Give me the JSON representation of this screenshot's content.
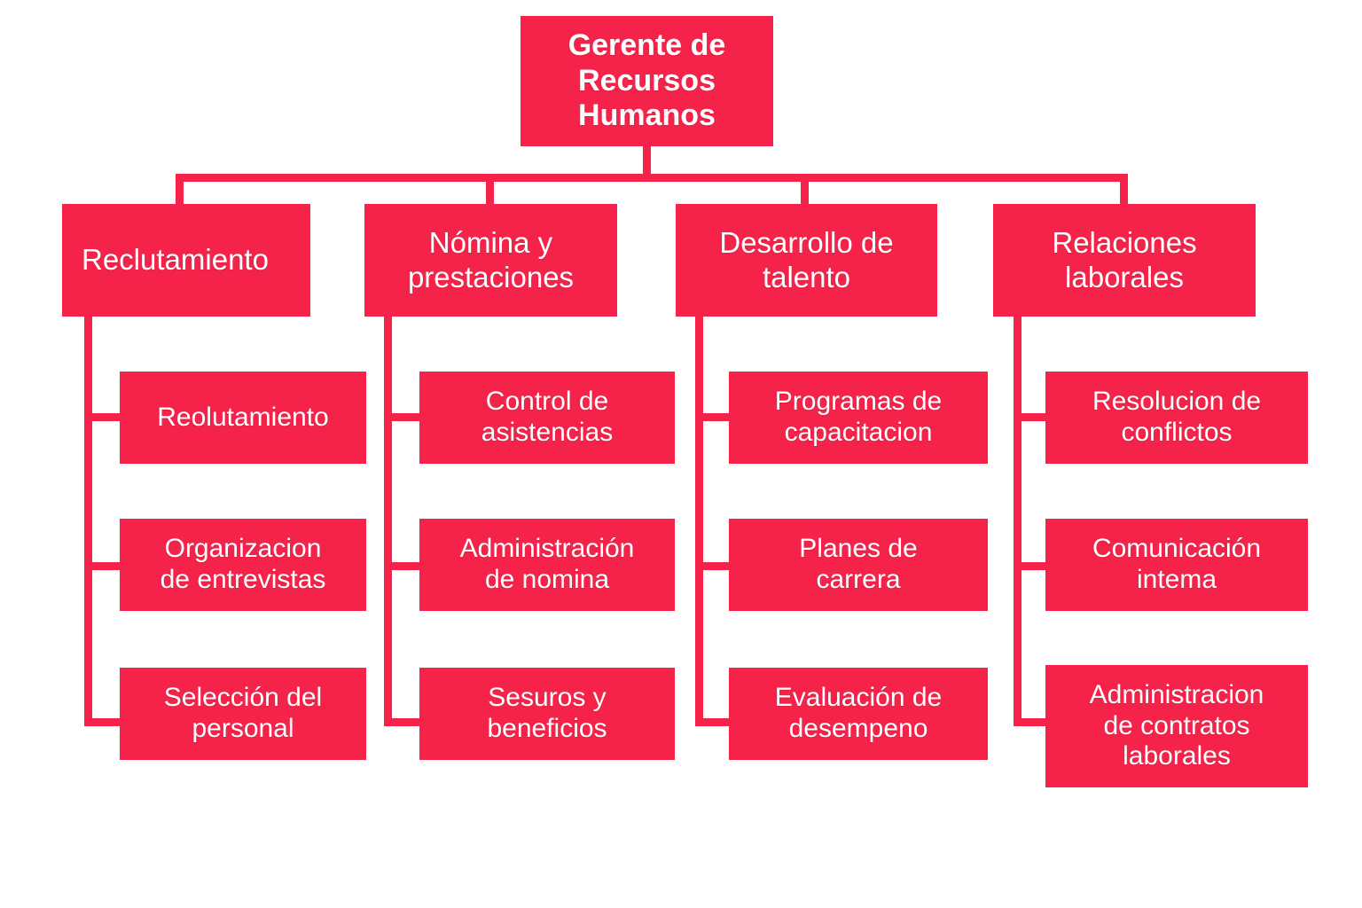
{
  "diagram": {
    "title_text": "Gerente de Recursos Humanos",
    "accent_color": "#F5224A",
    "text_color": "#FFFFFF",
    "background_color": "#FFFFFF",
    "type": "organizational-chart",
    "levels": 3
  },
  "root": {
    "label": "Gerente de\nRecursos\nHumanos"
  },
  "branches": [
    {
      "label": "Reclutamiento",
      "children": [
        {
          "label": "Reolutamiento"
        },
        {
          "label": "Organizacion\nde entrevistas"
        },
        {
          "label": "Selección del\npersonal"
        }
      ]
    },
    {
      "label": "Nómina y\nprestaciones",
      "children": [
        {
          "label": "Control de\nasistencias"
        },
        {
          "label": "Administración\nde nomina"
        },
        {
          "label": "Sesuros y\nbeneficios"
        }
      ]
    },
    {
      "label": "Desarrollo de\ntalento",
      "children": [
        {
          "label": "Programas de\ncapacitacion"
        },
        {
          "label": "Planes de\ncarrera"
        },
        {
          "label": "Evaluación de\ndesempeno"
        }
      ]
    },
    {
      "label": "Relaciones\nlaborales",
      "children": [
        {
          "label": "Resolucion de\nconflictos"
        },
        {
          "label": "Comunicación\nintema"
        },
        {
          "label": "Administracion\nde contratos\nlaborales"
        }
      ]
    }
  ]
}
